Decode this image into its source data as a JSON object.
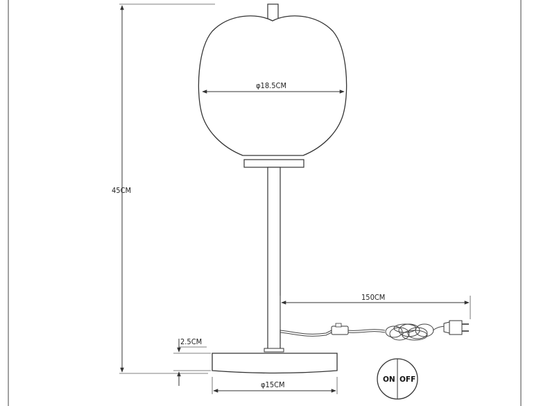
{
  "dimensions": {
    "height": "45CM",
    "shade_diameter": "φ18.5CM",
    "base_diameter": "φ15CM",
    "base_thickness": "2.5CM",
    "cord_length": "150CM"
  },
  "switch": {
    "on_label": "ON",
    "off_label": "OFF"
  }
}
